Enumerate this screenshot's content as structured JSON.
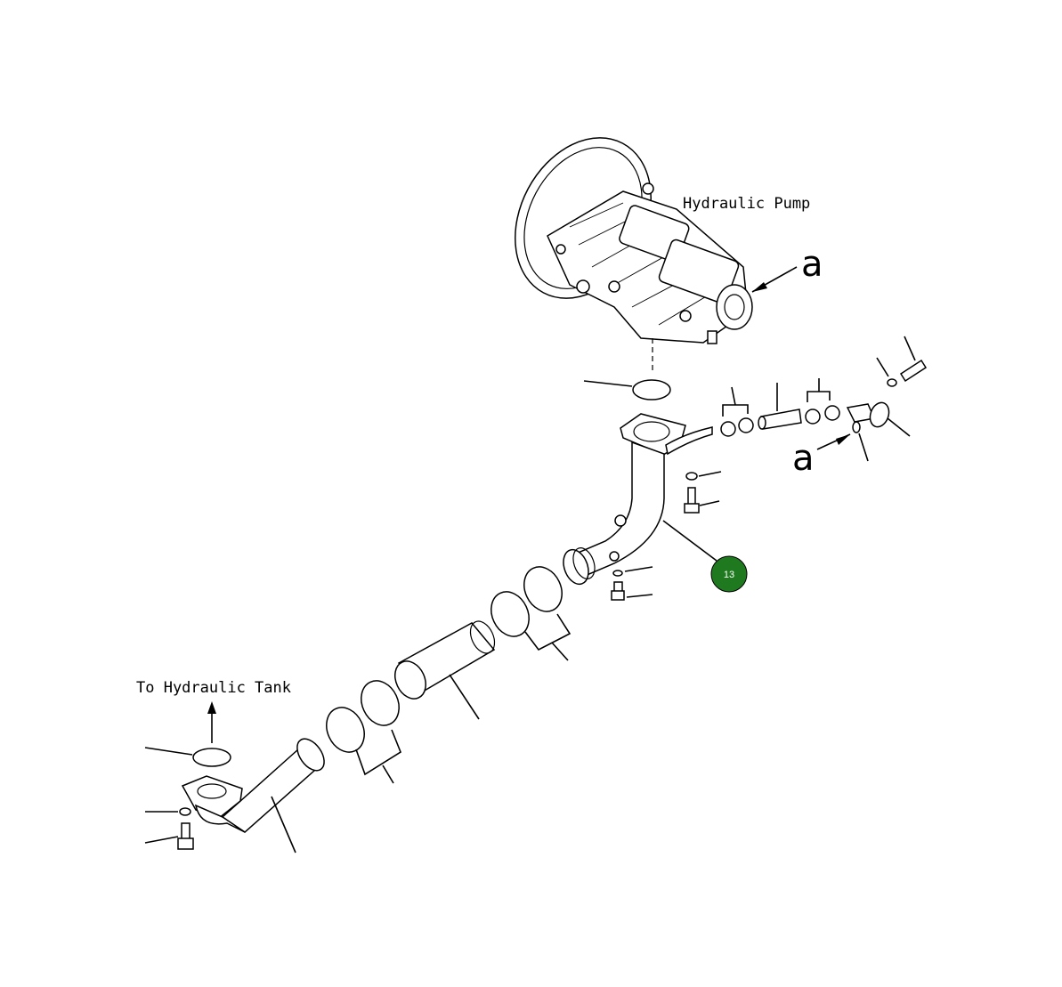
{
  "labels": {
    "pump": "Hydraulic Pump",
    "tank": "To Hydraulic Tank",
    "callout_a_top": "a",
    "callout_a_bottom": "a"
  },
  "badge": {
    "number": "13",
    "color": "#1f7a1f"
  }
}
